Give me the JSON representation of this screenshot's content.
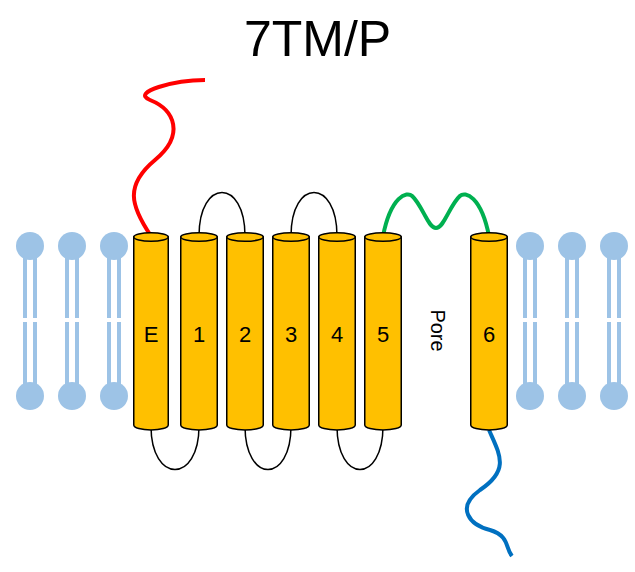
{
  "diagram": {
    "title": "7TM/P",
    "nodes": [
      {
        "text": [
          "E"
        ]
      },
      {
        "text": [
          "1"
        ]
      },
      {
        "text": [
          "2"
        ]
      },
      {
        "text": [
          "3"
        ]
      },
      {
        "text": [
          "4"
        ]
      },
      {
        "text": [
          "5"
        ]
      },
      {
        "text": [
          "6"
        ]
      }
    ],
    "edges": [
      {
        "from": 0,
        "to": 1,
        "arrow": "none"
      },
      {
        "from": 1,
        "to": 2,
        "arrow": "none"
      },
      {
        "from": 2,
        "to": 3,
        "arrow": "none"
      },
      {
        "from": 3,
        "to": 4,
        "arrow": "none"
      },
      {
        "from": 4,
        "to": 5,
        "arrow": "none"
      },
      {
        "from": 5,
        "to": 6,
        "arrow": "none"
      }
    ],
    "labels": [
      "Pore"
    ]
  }
}
